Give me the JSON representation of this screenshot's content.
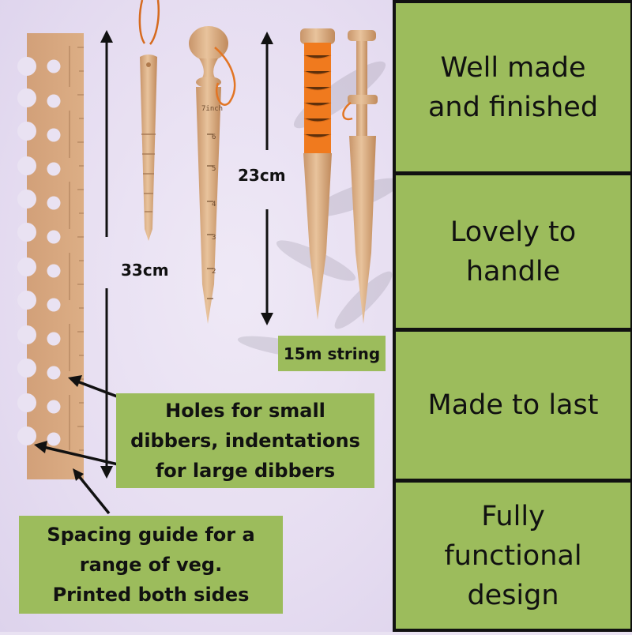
{
  "colors": {
    "panel_green": "#9cbc5c",
    "background_lilac": "#e9e2f2",
    "wood": "#d9ab7e",
    "string_orange": "#f07a1e",
    "divider": "#111111"
  },
  "panels": [
    {
      "lines": [
        "Well made",
        "and finished"
      ]
    },
    {
      "lines": [
        "Lovely to",
        "handle"
      ]
    },
    {
      "lines": [
        "Made to last"
      ]
    },
    {
      "lines": [
        "Fully",
        "functional",
        "design"
      ]
    }
  ],
  "dimensions": {
    "long": "33cm",
    "short": "23cm"
  },
  "labels": {
    "string": "15m string",
    "holes": [
      "Holes for small",
      "dibbers, indentations",
      "for large dibbers"
    ],
    "spacing": [
      "Spacing guide for a",
      "range of veg.",
      "Printed both sides"
    ]
  },
  "tools": [
    {
      "name": "spacing-guide-board"
    },
    {
      "name": "small-dibber"
    },
    {
      "name": "large-dibber"
    },
    {
      "name": "line-marker-with-string"
    },
    {
      "name": "line-marker"
    }
  ]
}
